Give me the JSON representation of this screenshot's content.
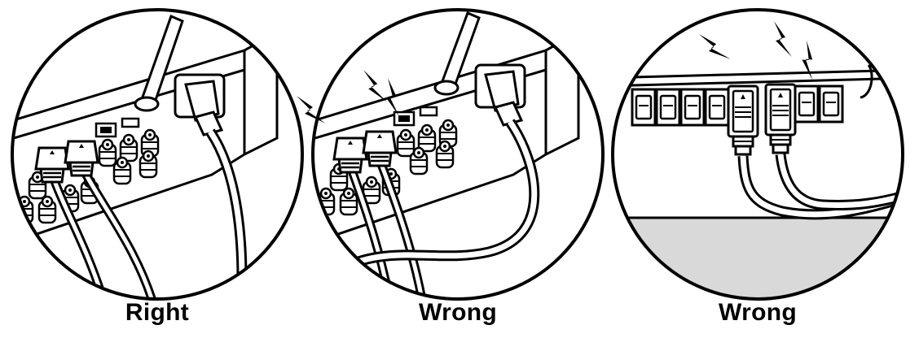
{
  "panels": [
    {
      "caption": "Right"
    },
    {
      "caption": "Wrong"
    },
    {
      "caption": "Wrong"
    }
  ],
  "colors": {
    "line": "#000000",
    "background": "#ffffff",
    "surface_gray": "#d9d9d9"
  },
  "icons": [
    "lightning-bolt-icon",
    "power-plug-icon",
    "ethernet-port-icon",
    "antenna-icon"
  ]
}
